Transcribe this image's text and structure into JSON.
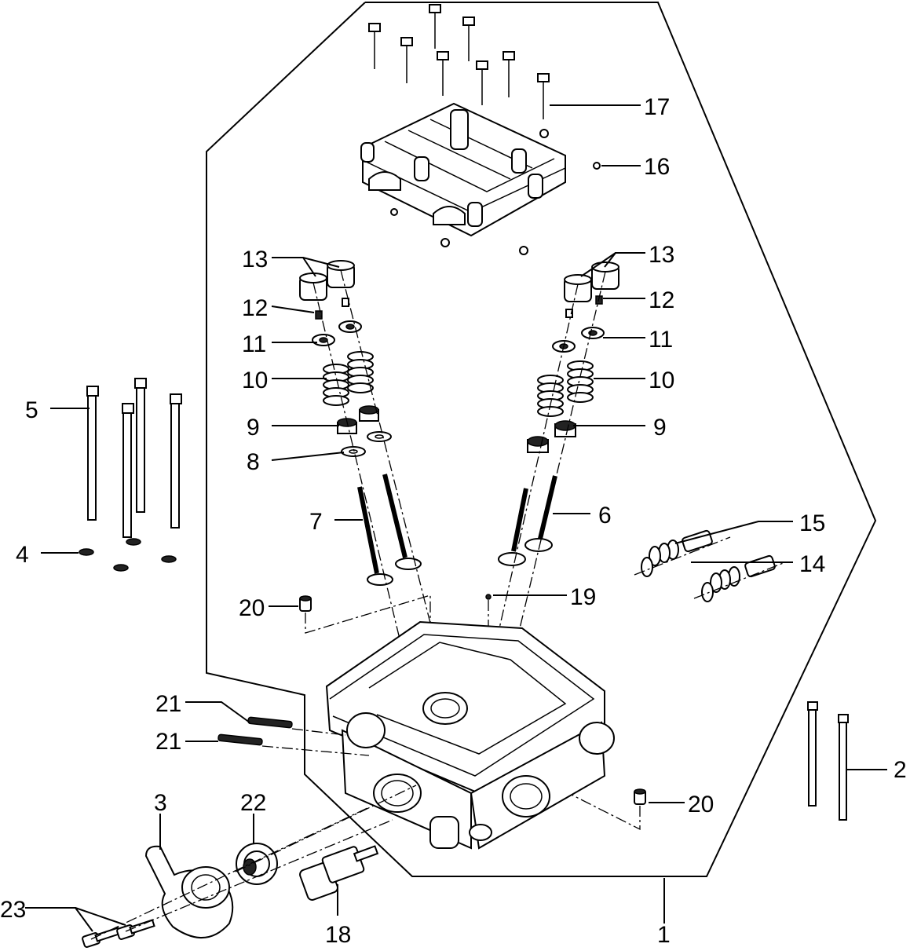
{
  "callouts": [
    {
      "id": "1",
      "text": "1"
    },
    {
      "id": "2",
      "text": "2"
    },
    {
      "id": "3",
      "text": "3"
    },
    {
      "id": "4",
      "text": "4"
    },
    {
      "id": "5",
      "text": "5"
    },
    {
      "id": "6",
      "text": "6"
    },
    {
      "id": "7",
      "text": "7"
    },
    {
      "id": "8",
      "text": "8"
    },
    {
      "id": "9a",
      "text": "9"
    },
    {
      "id": "9b",
      "text": "9"
    },
    {
      "id": "10a",
      "text": "10"
    },
    {
      "id": "10b",
      "text": "10"
    },
    {
      "id": "11a",
      "text": "11"
    },
    {
      "id": "11b",
      "text": "11"
    },
    {
      "id": "12a",
      "text": "12"
    },
    {
      "id": "12b",
      "text": "12"
    },
    {
      "id": "13a",
      "text": "13"
    },
    {
      "id": "13b",
      "text": "13"
    },
    {
      "id": "14",
      "text": "14"
    },
    {
      "id": "15",
      "text": "15"
    },
    {
      "id": "16",
      "text": "16"
    },
    {
      "id": "17",
      "text": "17"
    },
    {
      "id": "18",
      "text": "18"
    },
    {
      "id": "19",
      "text": "19"
    },
    {
      "id": "20a",
      "text": "20"
    },
    {
      "id": "20b",
      "text": "20"
    },
    {
      "id": "21a",
      "text": "21"
    },
    {
      "id": "21b",
      "text": "21"
    },
    {
      "id": "22",
      "text": "22"
    },
    {
      "id": "23",
      "text": "23"
    }
  ]
}
